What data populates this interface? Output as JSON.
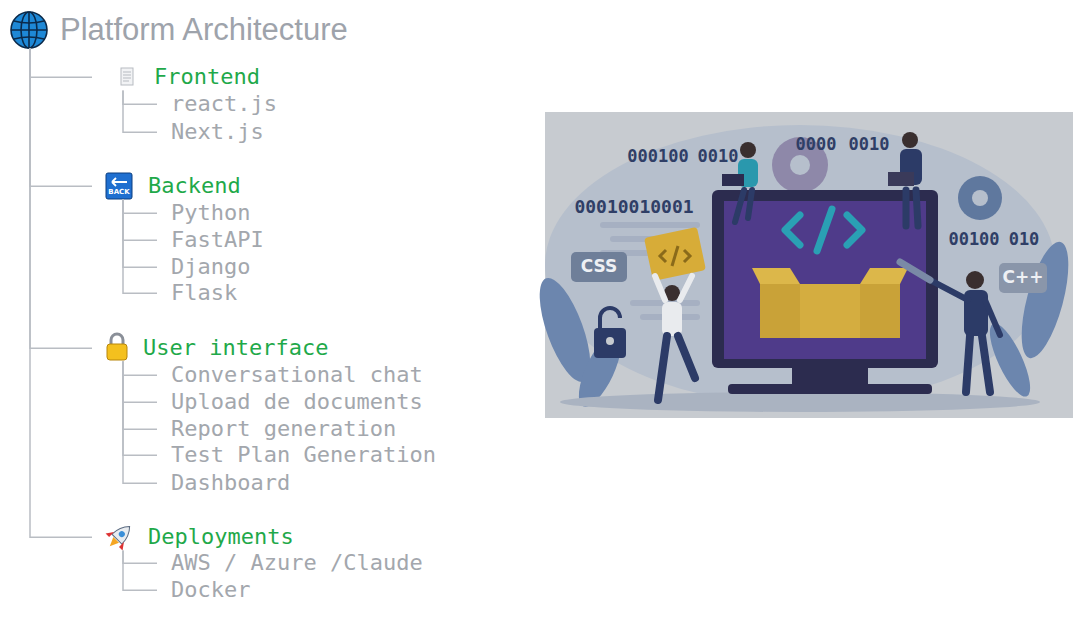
{
  "diagram": {
    "nodes": [
      {
        "text": [
          "Platform Architecture"
        ]
      },
      {
        "text": [
          "Frontend"
        ]
      },
      {
        "text": [
          "react.js"
        ]
      },
      {
        "text": [
          "Next.js"
        ]
      },
      {
        "text": [
          "Backend"
        ]
      },
      {
        "text": [
          "Python"
        ]
      },
      {
        "text": [
          "FastAPI"
        ]
      },
      {
        "text": [
          "Django"
        ]
      },
      {
        "text": [
          "Flask"
        ]
      },
      {
        "text": [
          "User interface"
        ]
      },
      {
        "text": [
          "Conversational chat"
        ]
      },
      {
        "text": [
          "Upload de documents"
        ]
      },
      {
        "text": [
          "Report generation"
        ]
      },
      {
        "text": [
          "Test Plan Generation"
        ]
      },
      {
        "text": [
          "Dashboard"
        ]
      },
      {
        "text": [
          "Deployments"
        ]
      },
      {
        "text": [
          "AWS / Azure /Claude"
        ]
      },
      {
        "text": [
          "Docker"
        ]
      }
    ],
    "edges": [
      {
        "from": 0,
        "to": 1,
        "arrow": "none"
      },
      {
        "from": 0,
        "to": 4,
        "arrow": "none"
      },
      {
        "from": 0,
        "to": 9,
        "arrow": "none"
      },
      {
        "from": 0,
        "to": 15,
        "arrow": "none"
      },
      {
        "from": 1,
        "to": 2,
        "arrow": "none"
      },
      {
        "from": 1,
        "to": 3,
        "arrow": "none"
      },
      {
        "from": 4,
        "to": 5,
        "arrow": "none"
      },
      {
        "from": 4,
        "to": 6,
        "arrow": "none"
      },
      {
        "from": 4,
        "to": 7,
        "arrow": "none"
      },
      {
        "from": 4,
        "to": 8,
        "arrow": "none"
      },
      {
        "from": 9,
        "to": 10,
        "arrow": "none"
      },
      {
        "from": 9,
        "to": 11,
        "arrow": "none"
      },
      {
        "from": 9,
        "to": 12,
        "arrow": "none"
      },
      {
        "from": 9,
        "to": 13,
        "arrow": "none"
      },
      {
        "from": 9,
        "to": 14,
        "arrow": "none"
      },
      {
        "from": 15,
        "to": 16,
        "arrow": "none"
      },
      {
        "from": 15,
        "to": 17,
        "arrow": "none"
      }
    ],
    "labels": [
      "BACK",
      "000100",
      "0010",
      "0000",
      "0010",
      "00010010001",
      "CSS",
      "C++",
      "00100",
      "010"
    ]
  }
}
